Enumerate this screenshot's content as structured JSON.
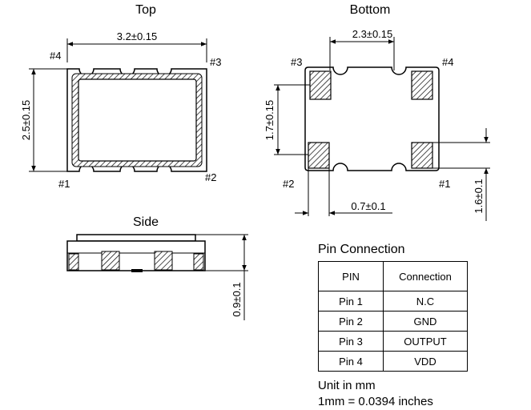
{
  "top_view": {
    "title": "Top",
    "width_dim": "3.2±0.15",
    "height_dim": "2.5±0.15",
    "pins": {
      "p1": "#1",
      "p2": "#2",
      "p3": "#3",
      "p4": "#4"
    }
  },
  "bottom_view": {
    "title": "Bottom",
    "pad_spacing_x": "2.3±0.15",
    "pad_spacing_y": "1.7±0.15",
    "pad_width": "0.7±0.1",
    "pad_height": "1.6±0.1",
    "pins": {
      "p1": "#1",
      "p2": "#2",
      "p3": "#3",
      "p4": "#4"
    }
  },
  "side_view": {
    "title": "Side",
    "height_dim": "0.9±0.1"
  },
  "pin_connection": {
    "title": "Pin Connection",
    "headers": [
      "PIN",
      "Connection"
    ],
    "rows": [
      {
        "pin": "Pin 1",
        "connection": "N.C"
      },
      {
        "pin": "Pin 2",
        "connection": "GND"
      },
      {
        "pin": "Pin 3",
        "connection": "OUTPUT"
      },
      {
        "pin": "Pin 4",
        "connection": "VDD"
      }
    ]
  },
  "notes": {
    "unit": "Unit in mm",
    "conversion": "1mm = 0.0394 inches"
  }
}
